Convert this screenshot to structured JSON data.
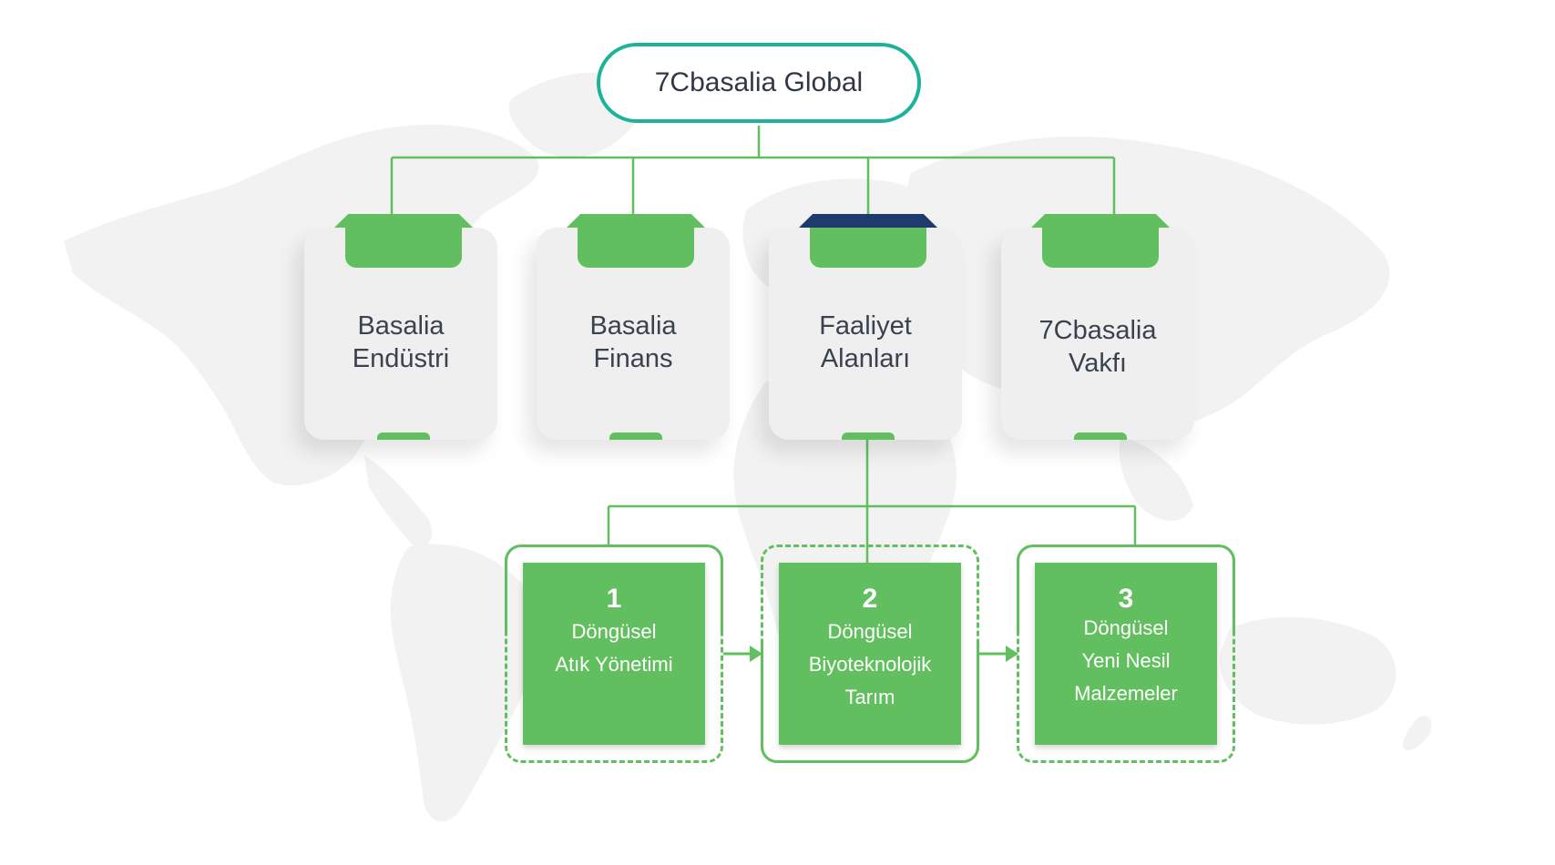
{
  "root": {
    "label": "7Cbasalia Global"
  },
  "companies": [
    {
      "lines": [
        "Basalia",
        "Endüstri"
      ]
    },
    {
      "lines": [
        "Basalia",
        "Finans"
      ]
    },
    {
      "lines": [
        "Faaliyet",
        "Alanları"
      ]
    },
    {
      "lines": [
        "7Cbasalia",
        "Vakfı"
      ]
    }
  ],
  "activities": [
    {
      "number": "1",
      "lines": [
        "Döngüsel",
        "Atık Yönetimi"
      ]
    },
    {
      "number": "2",
      "lines": [
        "Döngüsel",
        "Biyoteknolojik",
        "Tarım"
      ]
    },
    {
      "number": "3",
      "lines": [
        "Döngüsel",
        "Yeni Nesil",
        "Malzemeler"
      ]
    }
  ],
  "colors": {
    "accent_green": "#62bf5f",
    "root_border_teal": "#1db39a",
    "card_bg": "#efefef",
    "text_dark": "#3a4250",
    "map_gray": "#f2f2f2"
  }
}
